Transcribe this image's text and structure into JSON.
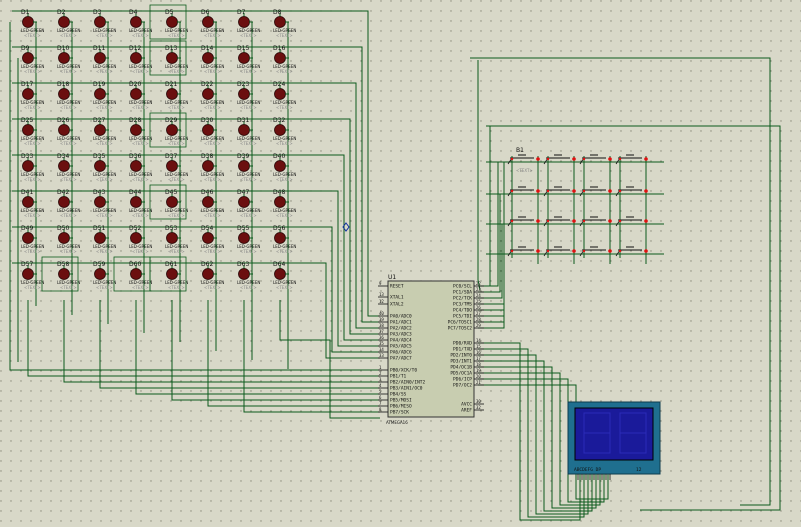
{
  "led_matrix": {
    "designators": [
      [
        "D1",
        "D2",
        "D3",
        "D4",
        "D5",
        "D6",
        "D7",
        "D8"
      ],
      [
        "D9",
        "D10",
        "D11",
        "D12",
        "D13",
        "D14",
        "D15",
        "D16"
      ],
      [
        "D17",
        "D18",
        "D19",
        "D20",
        "D21",
        "D22",
        "D23",
        "D24"
      ],
      [
        "D25",
        "D26",
        "D27",
        "D28",
        "D29",
        "D30",
        "D31",
        "D32"
      ],
      [
        "D33",
        "D34",
        "D35",
        "D36",
        "D37",
        "D38",
        "D39",
        "D40"
      ],
      [
        "D41",
        "D42",
        "D43",
        "D44",
        "D45",
        "D46",
        "D47",
        "D48"
      ],
      [
        "D49",
        "D50",
        "D51",
        "D52",
        "D53",
        "D54",
        "D55",
        "D56"
      ],
      [
        "D57",
        "D58",
        "D59",
        "D60",
        "D61",
        "D62",
        "D63",
        "D64"
      ]
    ],
    "part": "LED-GREEN",
    "text": "<TEXT>"
  },
  "keypad": {
    "designator": "B1",
    "text": "<TEXT>"
  },
  "mcu": {
    "designator": "U1",
    "part": "ATMEGA16",
    "left_pins": [
      {
        "num": "9",
        "name": "RESET"
      },
      {
        "num": "13",
        "name": "XTAL1"
      },
      {
        "num": "12",
        "name": "XTAL2"
      },
      {
        "num": "40",
        "name": "PA0/ADC0"
      },
      {
        "num": "39",
        "name": "PA1/ADC1"
      },
      {
        "num": "38",
        "name": "PA2/ADC2"
      },
      {
        "num": "37",
        "name": "PA3/ADC3"
      },
      {
        "num": "36",
        "name": "PA4/ADC4"
      },
      {
        "num": "35",
        "name": "PA5/ADC5"
      },
      {
        "num": "34",
        "name": "PA6/ADC6"
      },
      {
        "num": "33",
        "name": "PA7/ADC7"
      },
      {
        "num": "1",
        "name": "PB0/XCK/T0"
      },
      {
        "num": "2",
        "name": "PB1/T1"
      },
      {
        "num": "3",
        "name": "PB2/AIN0/INT2"
      },
      {
        "num": "4",
        "name": "PB3/AIN1/OC0"
      },
      {
        "num": "5",
        "name": "PB4/SS"
      },
      {
        "num": "6",
        "name": "PB5/MOSI"
      },
      {
        "num": "7",
        "name": "PB6/MISO"
      },
      {
        "num": "8",
        "name": "PB7/SCK"
      }
    ],
    "right_pins": [
      {
        "num": "22",
        "name": "PC0/SCL"
      },
      {
        "num": "23",
        "name": "PC1/SDA"
      },
      {
        "num": "24",
        "name": "PC2/TCK"
      },
      {
        "num": "25",
        "name": "PC3/TMS"
      },
      {
        "num": "26",
        "name": "PC4/TDO"
      },
      {
        "num": "27",
        "name": "PC5/TDI"
      },
      {
        "num": "28",
        "name": "PC6/TOSC1"
      },
      {
        "num": "29",
        "name": "PC7/TOSC2"
      },
      {
        "num": "14",
        "name": "PD0/RXD"
      },
      {
        "num": "15",
        "name": "PD1/TXD"
      },
      {
        "num": "16",
        "name": "PD2/INT0"
      },
      {
        "num": "17",
        "name": "PD3/INT1"
      },
      {
        "num": "18",
        "name": "PD4/OC1B"
      },
      {
        "num": "19",
        "name": "PD5/OC1A"
      },
      {
        "num": "20",
        "name": "PD6/ICP"
      },
      {
        "num": "21",
        "name": "PD7/OC2"
      },
      {
        "num": "30",
        "name": "AVCC"
      },
      {
        "num": "32",
        "name": "AREF"
      }
    ]
  },
  "display": {
    "segment_label": "ABCDEFG DP",
    "digit_label": "12"
  },
  "colors": {
    "background": "#d8d8c8",
    "wire": "#0b5a1c",
    "led": "#6b0f0f",
    "lcd_frame": "#1f6f8f",
    "lcd_screen": "#1a1a9a",
    "button_dot": "#e01010",
    "chip": "#c8cdb0"
  }
}
